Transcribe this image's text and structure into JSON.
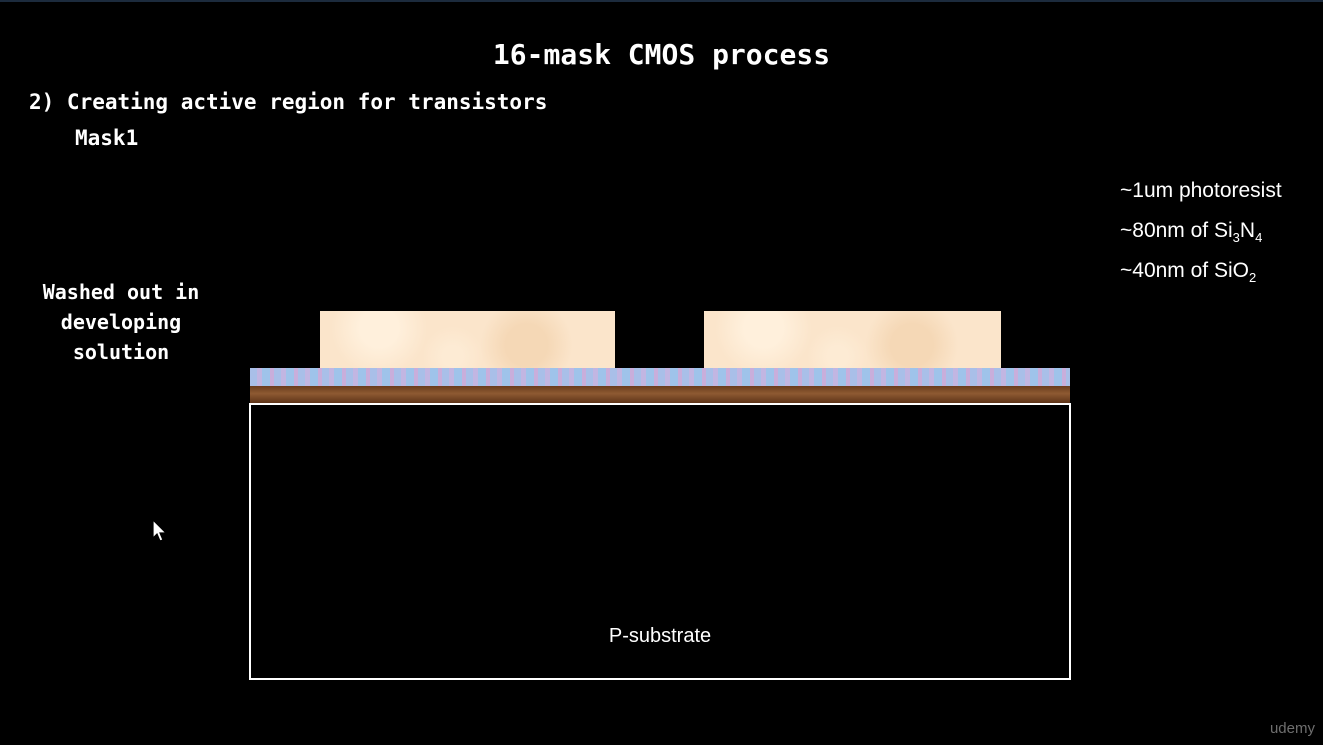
{
  "slide": {
    "title": "16-mask CMOS process",
    "step": "2) Creating active region for transistors",
    "mask": "Mask1",
    "washed_note": "Washed out in developing solution",
    "legend": {
      "photoresist": "~1um photoresist",
      "nitride_prefix": "~80nm of Si",
      "nitride_sub1": "3",
      "nitride_mid": "N",
      "nitride_sub2": "4",
      "oxide_prefix": "~40nm of SiO",
      "oxide_sub": "2"
    },
    "substrate_label": "P-substrate"
  },
  "watermark": "udemy",
  "colors": {
    "background": "#000000",
    "photoresist": "#fbe5cb",
    "nitride": "#a9bfe8",
    "oxide": "#8e5a32",
    "text": "#ffffff",
    "watermark": "#6e6e6e"
  },
  "icons": {
    "cursor": "mouse-pointer-icon"
  }
}
